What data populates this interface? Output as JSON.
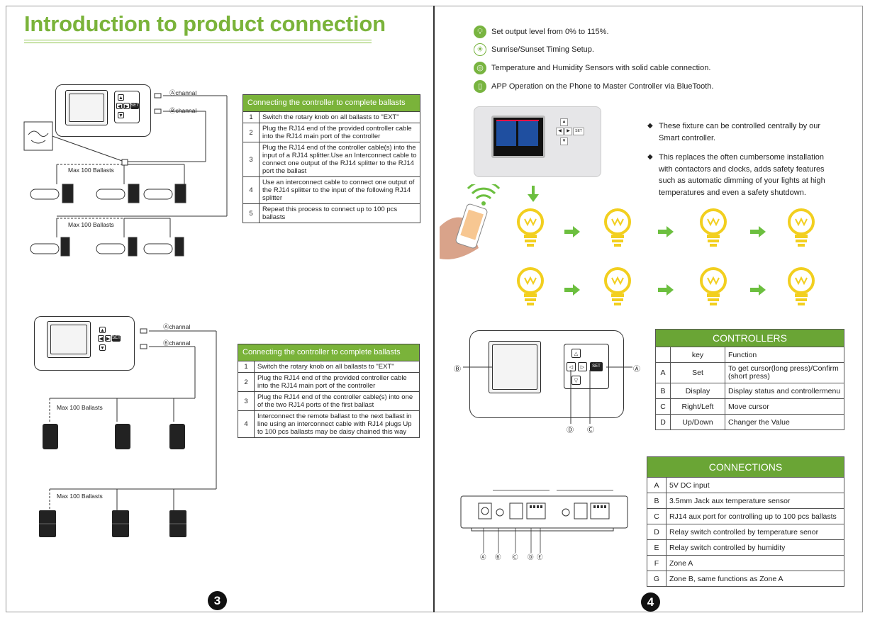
{
  "left_page": {
    "title": "Introduction to product connection",
    "diagram1": {
      "channel_a": "Ⓐchannal",
      "channel_b": "Ⓑchannal",
      "group_label_1": "Max 100 Ballasts",
      "group_label_2": "Max 100 Ballasts"
    },
    "table1": {
      "header": "Connecting the controller to complete ballasts",
      "rows": [
        {
          "num": "1",
          "text": "Switch the rotary knob on all ballasts to \"EXT\""
        },
        {
          "num": "2",
          "text": "Plug the RJ14 end of the provided controller cable into the RJ14 main port of the controller"
        },
        {
          "num": "3",
          "text": "Plug the RJ14 end of the controller cable(s) into the input of a RJ14 splitter.Use an Interconnect cable to connect one output of the RJ14 splitter to the RJ14 port the ballast"
        },
        {
          "num": "4",
          "text": "Use an interconnect cable to connect one output of the RJ14 splitter to the input of the following RJ14 splitter"
        },
        {
          "num": "5",
          "text": "Repeat this process to connect up to 100 pcs ballasts"
        }
      ]
    },
    "diagram2": {
      "channel_a": "Ⓐchannal",
      "channel_b": "Ⓑchannal",
      "group_label_1": "Max 100 Ballasts",
      "group_label_2": "Max 100 Ballasts"
    },
    "table2": {
      "header": "Connecting the controller to complete ballasts",
      "rows": [
        {
          "num": "1",
          "text": "Switch the rotary knob on all ballasts to \"EXT\""
        },
        {
          "num": "2",
          "text": "Plug the RJ14 end of the provided controller cable into the RJ14 main port of the controller"
        },
        {
          "num": "3",
          "text": "Plug the RJ14 end of the controller cable(s) into one of the two RJ14 ports of the first ballast"
        },
        {
          "num": "4",
          "text": "Interconnect the remote ballast to the next ballast in line using an interconnect cable with RJ14 plugs Up to 100 pcs ballasts may be daisy chained this way"
        }
      ]
    },
    "page_number": "3"
  },
  "right_page": {
    "features": [
      {
        "icon": "bulb-icon",
        "text": "Set output level from 0% to 115%."
      },
      {
        "icon": "sun-icon",
        "text": "Sunrise/Sunset Timing Setup."
      },
      {
        "icon": "sensor-icon",
        "text": "Temperature and Humidity Sensors with solid cable connection."
      },
      {
        "icon": "phone-icon",
        "text": "APP Operation on the Phone to Master Controller via BlueTooth."
      }
    ],
    "bullets": [
      "These fixture can be controlled centrally by our Smart controller.",
      "This replaces the often cumbersome installation with contactors and clocks, adds safety features such as automatic dimming of your lights at high temperatures and even a safety shutdown."
    ],
    "controller_diagram": {
      "callout_a": "Ⓐ",
      "callout_b": "Ⓑ",
      "callout_c": "Ⓒ",
      "callout_d": "Ⓓ",
      "set_label": "SET"
    },
    "controllers_table": {
      "title": "CONTROLLERS",
      "col_key": "key",
      "col_function": "Function",
      "rows": [
        {
          "letter": "A",
          "key": "Set",
          "function": "To get cursor(long press)/Confirm (short press)"
        },
        {
          "letter": "B",
          "key": "Display",
          "function": "Display status and controllermenu"
        },
        {
          "letter": "C",
          "key": "Right/Left",
          "function": "Move cursor"
        },
        {
          "letter": "D",
          "key": "Up/Down",
          "function": "Changer the Value"
        }
      ]
    },
    "connections_table": {
      "title": "CONNECTIONS",
      "rows": [
        {
          "letter": "A",
          "text": "5V DC input"
        },
        {
          "letter": "B",
          "text": "3.5mm Jack aux temperature sensor"
        },
        {
          "letter": "C",
          "text": "RJ14 aux port for controlling up to 100 pcs ballasts"
        },
        {
          "letter": "D",
          "text": "Relay switch controlled by temperature senor"
        },
        {
          "letter": "E",
          "text": "Relay switch controlled by humidity"
        },
        {
          "letter": "F",
          "text": "Zone A"
        },
        {
          "letter": "G",
          "text": "Zone B, same functions as Zone A"
        }
      ]
    },
    "port_labels": [
      "Ⓐ",
      "Ⓑ",
      "Ⓒ",
      "Ⓓ",
      "Ⓔ"
    ],
    "page_number": "4"
  },
  "colors": {
    "brand_green": "#7ab33a",
    "bulb_yellow": "#f2cf1f",
    "arrow_green": "#6cbf3f"
  }
}
